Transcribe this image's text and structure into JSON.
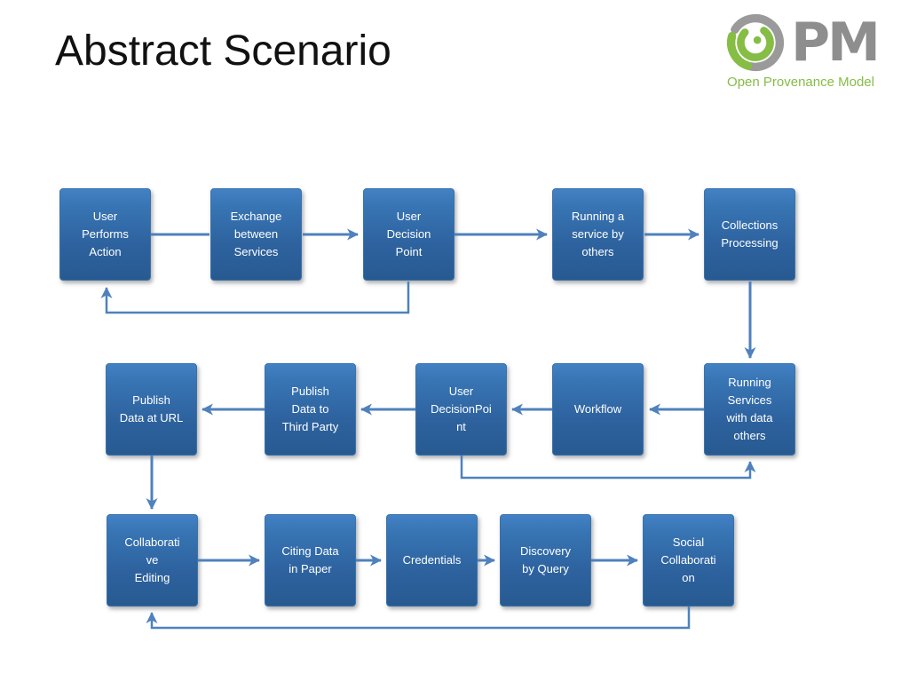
{
  "slide": {
    "title": "Abstract Scenario",
    "logo": {
      "acronym": "PM",
      "subtitle": "Open Provenance Model",
      "gray_color": "#8e8e8e",
      "green_color": "#85bd45"
    }
  },
  "diagram": {
    "accent_color": "#4F81BD",
    "box_fill_top": "#4281C4",
    "box_fill_bottom": "#285A91",
    "box_text_color": "#FFFFFF",
    "rows": [
      {
        "nodes": [
          {
            "id": "user-performs-action",
            "label": "User\nPerforms\nAction"
          },
          {
            "id": "exchange-between-services",
            "label": "Exchange\nbetween\nServices"
          },
          {
            "id": "user-decision-point",
            "label": "User\nDecision\nPoint"
          },
          {
            "id": "running-a-service-by-others",
            "label": "Running a\nservice by\nothers"
          },
          {
            "id": "collections-processing",
            "label": "Collections\nProcessing"
          }
        ]
      },
      {
        "nodes": [
          {
            "id": "publish-data-at-url",
            "label": "Publish\nData at URL"
          },
          {
            "id": "publish-data-to-third-party",
            "label": "Publish\nData to\nThird Party"
          },
          {
            "id": "user-decisionpoint",
            "label": "User\nDecisionPoi\nnt"
          },
          {
            "id": "workflow",
            "label": "Workflow"
          },
          {
            "id": "running-services-with-data-others",
            "label": "Running\nServices\nwith data\nothers"
          }
        ]
      },
      {
        "nodes": [
          {
            "id": "collaborative-editing",
            "label": "Collaborati\nve\nEditing"
          },
          {
            "id": "citing-data-in-paper",
            "label": "Citing Data\nin Paper"
          },
          {
            "id": "credentials",
            "label": "Credentials"
          },
          {
            "id": "discovery-by-query",
            "label": "Discovery\nby Query"
          },
          {
            "id": "social-collaboration",
            "label": "Social\nCollaborati\non"
          }
        ]
      }
    ],
    "connections": [
      {
        "from": "User Performs Action",
        "to": "Exchange between Services",
        "type": "flow"
      },
      {
        "from": "Exchange between Services",
        "to": "User Decision Point",
        "type": "flow"
      },
      {
        "from": "User Decision Point",
        "to": "Running a service by others",
        "type": "flow"
      },
      {
        "from": "Running a service by others",
        "to": "Collections Processing",
        "type": "flow"
      },
      {
        "from": "User Decision Point",
        "to": "User Performs Action",
        "type": "feedback"
      },
      {
        "from": "Collections Processing",
        "to": "Running Services with data others",
        "type": "flow"
      },
      {
        "from": "Running Services with data others",
        "to": "Workflow",
        "type": "flow"
      },
      {
        "from": "Workflow",
        "to": "User DecisionPoint",
        "type": "flow"
      },
      {
        "from": "User DecisionPoint",
        "to": "Publish Data to Third Party",
        "type": "flow"
      },
      {
        "from": "Publish Data to Third Party",
        "to": "Publish Data at URL",
        "type": "flow"
      },
      {
        "from": "User DecisionPoint",
        "to": "Running Services with data others",
        "type": "feedback"
      },
      {
        "from": "Publish Data at URL",
        "to": "Collaborative Editing",
        "type": "flow"
      },
      {
        "from": "Collaborative Editing",
        "to": "Citing Data in Paper",
        "type": "flow"
      },
      {
        "from": "Citing Data in Paper",
        "to": "Credentials",
        "type": "flow"
      },
      {
        "from": "Credentials",
        "to": "Discovery by Query",
        "type": "flow"
      },
      {
        "from": "Discovery by Query",
        "to": "Social Collaboration",
        "type": "flow"
      },
      {
        "from": "Social Collaboration",
        "to": "Collaborative Editing",
        "type": "feedback"
      }
    ]
  }
}
